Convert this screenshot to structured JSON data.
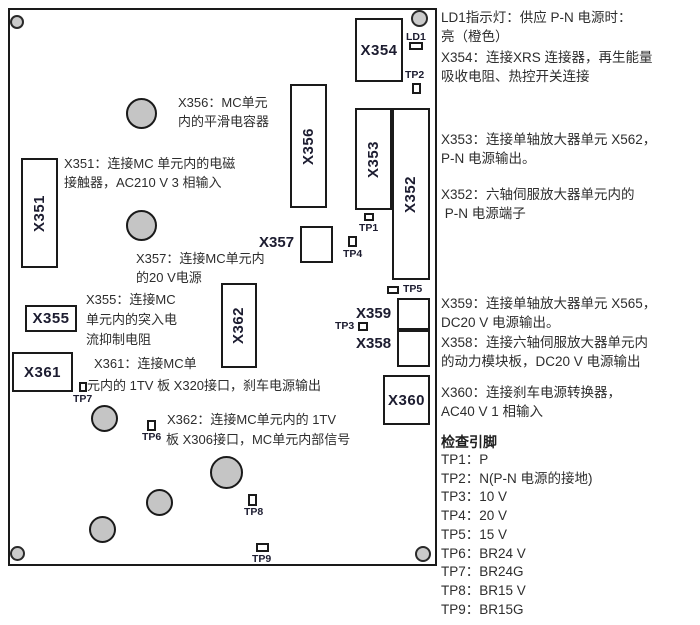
{
  "colors": {
    "line": "#1a1a1a",
    "component_label": "#1c1c30",
    "body_text": "#2d2d2d",
    "circle_fill": "#c5c5c5"
  },
  "board": {
    "component_labels": {
      "x351": "X351",
      "x352": "X352",
      "x353": "X353",
      "x354": "X354",
      "x355": "X355",
      "x356": "X356",
      "x357": "X357",
      "x358": "X358",
      "x359": "X359",
      "x360": "X360",
      "x361": "X361",
      "x362": "X362"
    },
    "point_labels": {
      "ld1": "LD1",
      "tp1": "TP1",
      "tp2": "TP2",
      "tp3": "TP3",
      "tp4": "TP4",
      "tp5": "TP5",
      "tp6": "TP6",
      "tp7": "TP7",
      "tp8": "TP8",
      "tp9": "TP9"
    },
    "annotations": {
      "x356": "X356：MC单元\n内的平滑电容器",
      "x351": "X351：连接MC 单元内的电磁\n接触器，AC210 V 3 相输入",
      "x357": "X357：连接MC单元内\n的20 V电源",
      "x355": "X355：连接MC\n单元内的突入电\n流抑制电阻",
      "x361_line1": "X361：连接MC单",
      "x361_line2": "元内的 1TV 板 X320接口，刹车电源输出",
      "x362_line1": "X362：连接MC单元内的 1TV",
      "x362_line2": "板 X306接口，MC单元内部信号"
    }
  },
  "legend": {
    "ld1": "LD1指示灯：供应 P-N 电源时：\n亮（橙色）",
    "x354": "X354：连接XRS 连接器，再生能量\n吸收电阻、热控开关连接",
    "x353": "X353：连接单轴放大器单元 X562，\nP-N 电源输出。",
    "x352": "X352：六轴伺服放大器单元内的\n P-N 电源端子",
    "x359": "X359：连接单轴放大器单元 X565，\nDC20 V 电源输出。",
    "x358": "X358：连接六轴伺服放大器单元内\n的动力模块板，DC20 V 电源输出",
    "x360": "X360：连接刹车电源转换器，\nAC40 V 1 相输入",
    "check_header": "检查引脚",
    "tp_lines": [
      "TP1：P",
      "TP2：N(P-N 电源的接地)",
      "TP3：10 V",
      "TP4：20 V",
      "TP5：15 V",
      "TP6：BR24 V",
      "TP7：BR24G",
      "TP8：BR15 V",
      "TP9：BR15G"
    ]
  }
}
